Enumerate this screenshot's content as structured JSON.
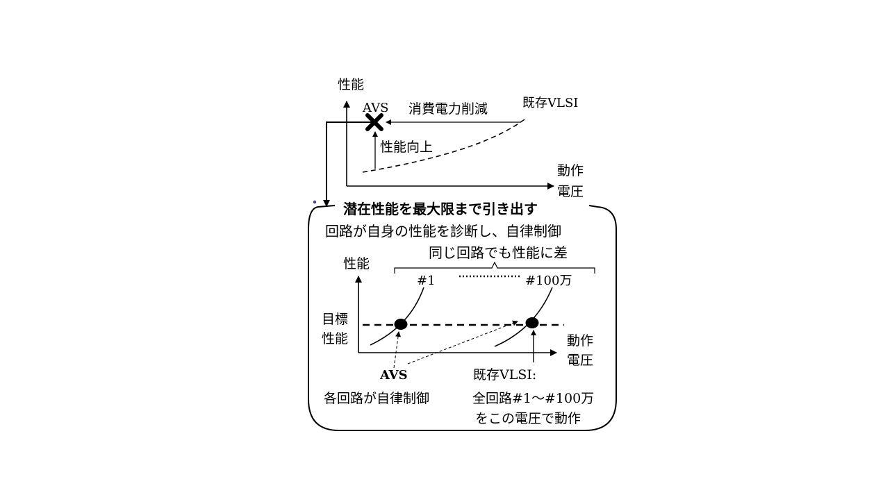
{
  "colors": {
    "ink": "#000000",
    "bullet": "#3f3f9f",
    "background": "#ffffff"
  },
  "top_graph": {
    "y_axis_label": "性能",
    "x_axis_label_1": "動作",
    "x_axis_label_2": "電圧",
    "avs_label": "AVS",
    "power_reduction_label": "消費電力削減",
    "existing_vlsi_label": "既存VLSI",
    "performance_up_label": "性能向上"
  },
  "box": {
    "title": "潜在性能を最大限まで引き出す",
    "subtitle": "回路が自身の性能を診断し、自律制御",
    "variation_label": "同じ回路でも性能に差",
    "y_axis_label": "性能",
    "x_axis_label_1": "動作",
    "x_axis_label_2": "電圧",
    "target_label_1": "目標",
    "target_label_2": "性能",
    "circuit_first": "#1",
    "circuit_last": "#100万",
    "avs_label": "AVS",
    "avs_desc": "各回路が自律制御",
    "existing_label": "既存VLSI:",
    "existing_desc_1": "全回路#1～#100万",
    "existing_desc_2": "をこの電圧で動作"
  }
}
